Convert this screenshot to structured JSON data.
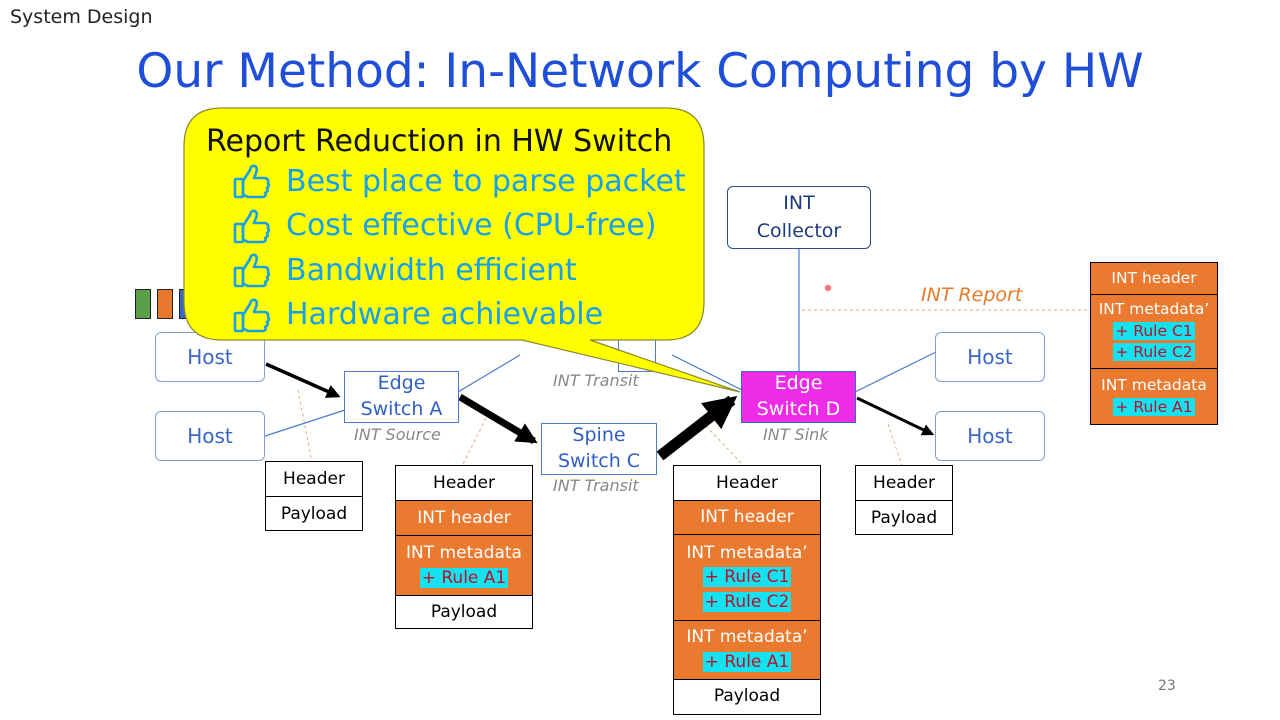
{
  "header": {
    "section": "System Design",
    "title": "Our Method: In-Network Computing by HW"
  },
  "callout": {
    "title": "Report Reduction in HW Switch",
    "items": [
      "Best place to parse packet",
      "Cost effective (CPU-free)",
      "Bandwidth efficient",
      "Hardware achievable"
    ],
    "icon": "thumbs-up-icon"
  },
  "nodes": {
    "host_left_top": "Host",
    "host_left_bottom": "Host",
    "host_right_top": "Host",
    "host_right_bottom": "Host",
    "edge_a": {
      "line1": "Edge",
      "line2": "Switch A",
      "role": "INT Source"
    },
    "spine_c": {
      "line1": "Spine",
      "line2": "Switch C",
      "role": "INT Transit"
    },
    "spine_hidden_role": "INT Transit",
    "edge_d": {
      "line1": "Edge",
      "line2": "Switch D",
      "role": "INT Sink"
    },
    "collector": {
      "line1": "INT",
      "line2": "Collector"
    }
  },
  "report_label": "INT Report",
  "packets": {
    "original": [
      "Header",
      "Payload"
    ],
    "after_a": {
      "header": "Header",
      "int_header": "INT header",
      "metadata_label": "INT metadata",
      "metadata_rule": "+ Rule A1",
      "payload": "Payload"
    },
    "after_c": {
      "header": "Header",
      "int_header": "INT header",
      "metadata_c_label": "INT metadata’",
      "metadata_c_rules": [
        "+ Rule C1",
        "+ Rule C2"
      ],
      "metadata_a_label": "INT metadata’",
      "metadata_a_rule": "+ Rule A1",
      "payload": "Payload"
    },
    "after_d": [
      "Header",
      "Payload"
    ]
  },
  "report_packet": {
    "int_header": "INT header",
    "metadata_c_label": "INT metadata’",
    "metadata_c_rules": [
      "+ Rule C1",
      "+ Rule C2"
    ],
    "metadata_a_label": "INT metadata",
    "metadata_a_rule": "+ Rule A1"
  },
  "page_number": "23",
  "colors": {
    "title_blue": "#1f4fd8",
    "callout_yellow": "#ffff00",
    "callout_text_blue": "#18a0ec",
    "int_orange": "#ea7a2f",
    "rule_cyan": "#14e2f0",
    "rule_red": "#b8122a",
    "sink_magenta": "#ee2ce8",
    "queue_squares": [
      "#5aa04a",
      "#e8772e"
    ]
  }
}
